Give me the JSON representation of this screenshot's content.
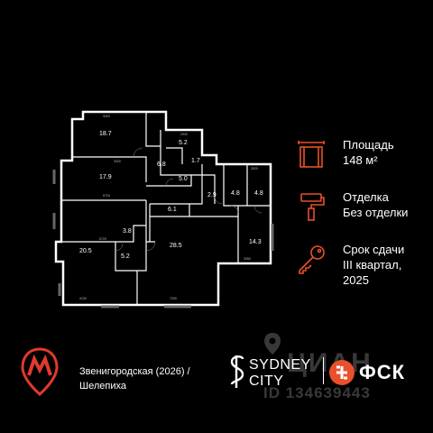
{
  "plan": {
    "rooms": [
      {
        "id": "r1",
        "area": "18.7"
      },
      {
        "id": "r2",
        "area": "5.2"
      },
      {
        "id": "r3",
        "area": "17.9"
      },
      {
        "id": "r4",
        "area": "6.8"
      },
      {
        "id": "r5",
        "area": "1.7"
      },
      {
        "id": "r6",
        "area": "5.0"
      },
      {
        "id": "r7",
        "area": "2.9"
      },
      {
        "id": "r8",
        "area": "4.8"
      },
      {
        "id": "r9",
        "area": "4.8"
      },
      {
        "id": "r10",
        "area": "6.1"
      },
      {
        "id": "r11",
        "area": "3.8"
      },
      {
        "id": "r12",
        "area": "20.5"
      },
      {
        "id": "r13",
        "area": "5.2"
      },
      {
        "id": "r14",
        "area": "28.5"
      },
      {
        "id": "r15",
        "area": "14.3"
      }
    ],
    "dims": [
      "3320",
      "2930",
      "3520",
      "5720",
      "4130",
      "7330",
      "3320",
      "5720",
      "3050"
    ]
  },
  "info": {
    "area_label": "Площадь",
    "area_value": "148 м²",
    "finish_label": "Отделка",
    "finish_value": "Без отделки",
    "delivery_label": "Срок сдачи",
    "delivery_value_line1": "III квартал,",
    "delivery_value_line2": "2025",
    "accent_color": "#e8512b"
  },
  "footer": {
    "metro_line1": "Звенигородская (2026) /",
    "metro_line2": "Шелепиха",
    "sydney_line1": "SYDNEY",
    "sydney_line2": "CITY",
    "fsk": "ФСК"
  },
  "watermark": {
    "text1": "ЦИАН",
    "text2": "ID 134639443"
  }
}
